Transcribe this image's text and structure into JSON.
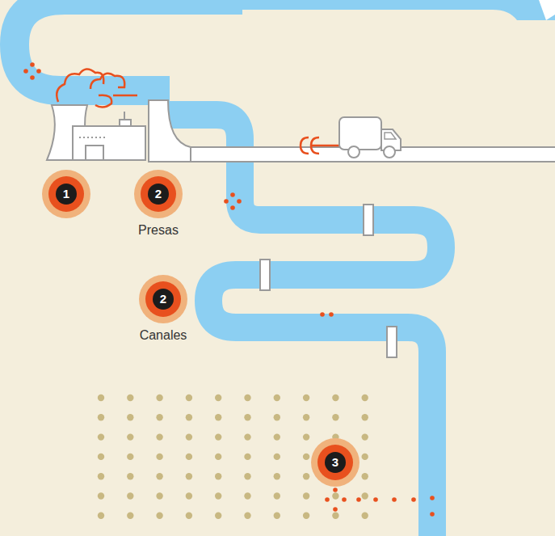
{
  "diagram": {
    "nodes": [
      {
        "text": [
          "1"
        ]
      },
      {
        "text": [
          "2",
          "Presas"
        ]
      },
      {
        "text": [
          "2",
          "Canales"
        ]
      },
      {
        "text": [
          "3"
        ]
      }
    ]
  }
}
